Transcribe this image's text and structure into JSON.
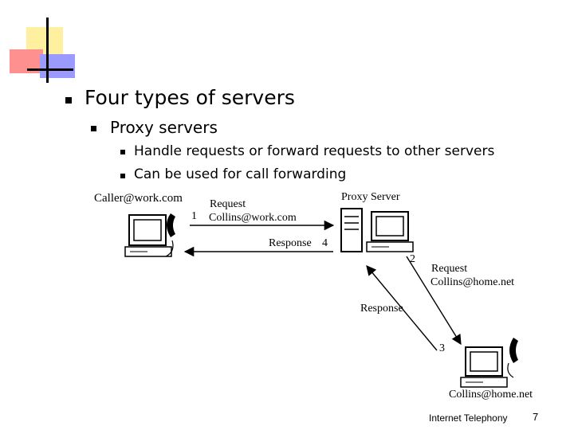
{
  "slide": {
    "title": "Four types of servers",
    "bullet_level2": "Proxy servers",
    "bullets_level3": [
      "Handle requests or forward requests to other servers",
      "Can be used for call forwarding"
    ]
  },
  "diagram": {
    "caller_label": "Caller@work.com",
    "proxy_label": "Proxy Server",
    "callee_label": "Collins@home.net",
    "request1_line1": "Request",
    "request1_line2": "Collins@work.com",
    "step1": "1",
    "response1": "Response",
    "step4": "4",
    "step2": "2",
    "request2_line1": "Request",
    "request2_line2": "Collins@home.net",
    "response2": "Response",
    "step3": "3"
  },
  "footer": {
    "topic": "Internet Telephony",
    "page": "7"
  },
  "colors": {
    "deco_yellow": "#ffd700",
    "deco_red": "#ff4040",
    "deco_blue": "#6060ff"
  }
}
